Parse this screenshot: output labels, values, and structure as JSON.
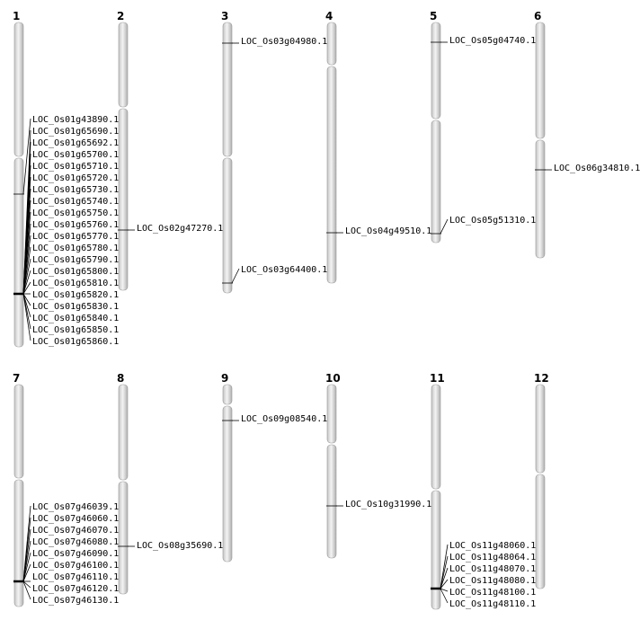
{
  "colors": {
    "chromosome_light": "#f4f4f4",
    "chromosome_dark": "#bdbdbd",
    "edge": "#9a9a9a",
    "line": "#000000"
  },
  "chromosomes": [
    {
      "name": "1",
      "markers": [
        {
          "pos": 216,
          "labels": [
            "LOC_Os01g43890.1"
          ]
        },
        {
          "pos": 327,
          "labels": [
            "LOC_Os01g65690.1",
            "LOC_Os01g65692.1",
            "LOC_Os01g65700.1",
            "LOC_Os01g65710.1",
            "LOC_Os01g65720.1",
            "LOC_Os01g65730.1",
            "LOC_Os01g65740.1",
            "LOC_Os01g65750.1",
            "LOC_Os01g65760.1",
            "LOC_Os01g65770.1",
            "LOC_Os01g65780.1",
            "LOC_Os01g65790.1",
            "LOC_Os01g65800.1",
            "LOC_Os01g65810.1",
            "LOC_Os01g65820.1",
            "LOC_Os01g65830.1",
            "LOC_Os01g65840.1",
            "LOC_Os01g65850.1",
            "LOC_Os01g65860.1"
          ]
        }
      ]
    },
    {
      "name": "2",
      "markers": [
        {
          "pos": 256,
          "labels": [
            "LOC_Os02g47270.1"
          ]
        }
      ]
    },
    {
      "name": "3",
      "markers": [
        {
          "pos": 48,
          "labels": [
            "LOC_Os03g04980.1"
          ]
        },
        {
          "pos": 315,
          "labels": [
            "LOC_Os03g64400.1"
          ]
        }
      ]
    },
    {
      "name": "4",
      "markers": [
        {
          "pos": 259,
          "labels": [
            "LOC_Os04g49510.1"
          ]
        }
      ]
    },
    {
      "name": "5",
      "markers": [
        {
          "pos": 47,
          "labels": [
            "LOC_Os05g04740.1"
          ]
        },
        {
          "pos": 260,
          "labels": [
            "LOC_Os05g51310.1"
          ]
        }
      ]
    },
    {
      "name": "6",
      "markers": [
        {
          "pos": 189,
          "labels": [
            "LOC_Os06g34810.1"
          ]
        }
      ]
    },
    {
      "name": "7",
      "markers": [
        {
          "pos": 647,
          "labels": [
            "LOC_Os07g46039.1",
            "LOC_Os07g46060.1",
            "LOC_Os07g46070.1",
            "LOC_Os07g46080.1",
            "LOC_Os07g46090.1",
            "LOC_Os07g46100.1",
            "LOC_Os07g46110.1",
            "LOC_Os07g46120.1",
            "LOC_Os07g46130.1"
          ]
        }
      ]
    },
    {
      "name": "8",
      "markers": [
        {
          "pos": 608,
          "labels": [
            "LOC_Os08g35690.1"
          ]
        }
      ]
    },
    {
      "name": "9",
      "markers": [
        {
          "pos": 468,
          "labels": [
            "LOC_Os09g08540.1"
          ]
        }
      ]
    },
    {
      "name": "10",
      "markers": [
        {
          "pos": 563,
          "labels": [
            "LOC_Os10g31990.1"
          ]
        }
      ]
    },
    {
      "name": "11",
      "markers": [
        {
          "pos": 655,
          "labels": [
            "LOC_Os11g48060.1",
            "LOC_Os11g48064.1",
            "LOC_Os11g48070.1",
            "LOC_Os11g48080.1",
            "LOC_Os11g48100.1",
            "LOC_Os11g48110.1"
          ]
        }
      ]
    },
    {
      "name": "12",
      "markers": []
    }
  ]
}
